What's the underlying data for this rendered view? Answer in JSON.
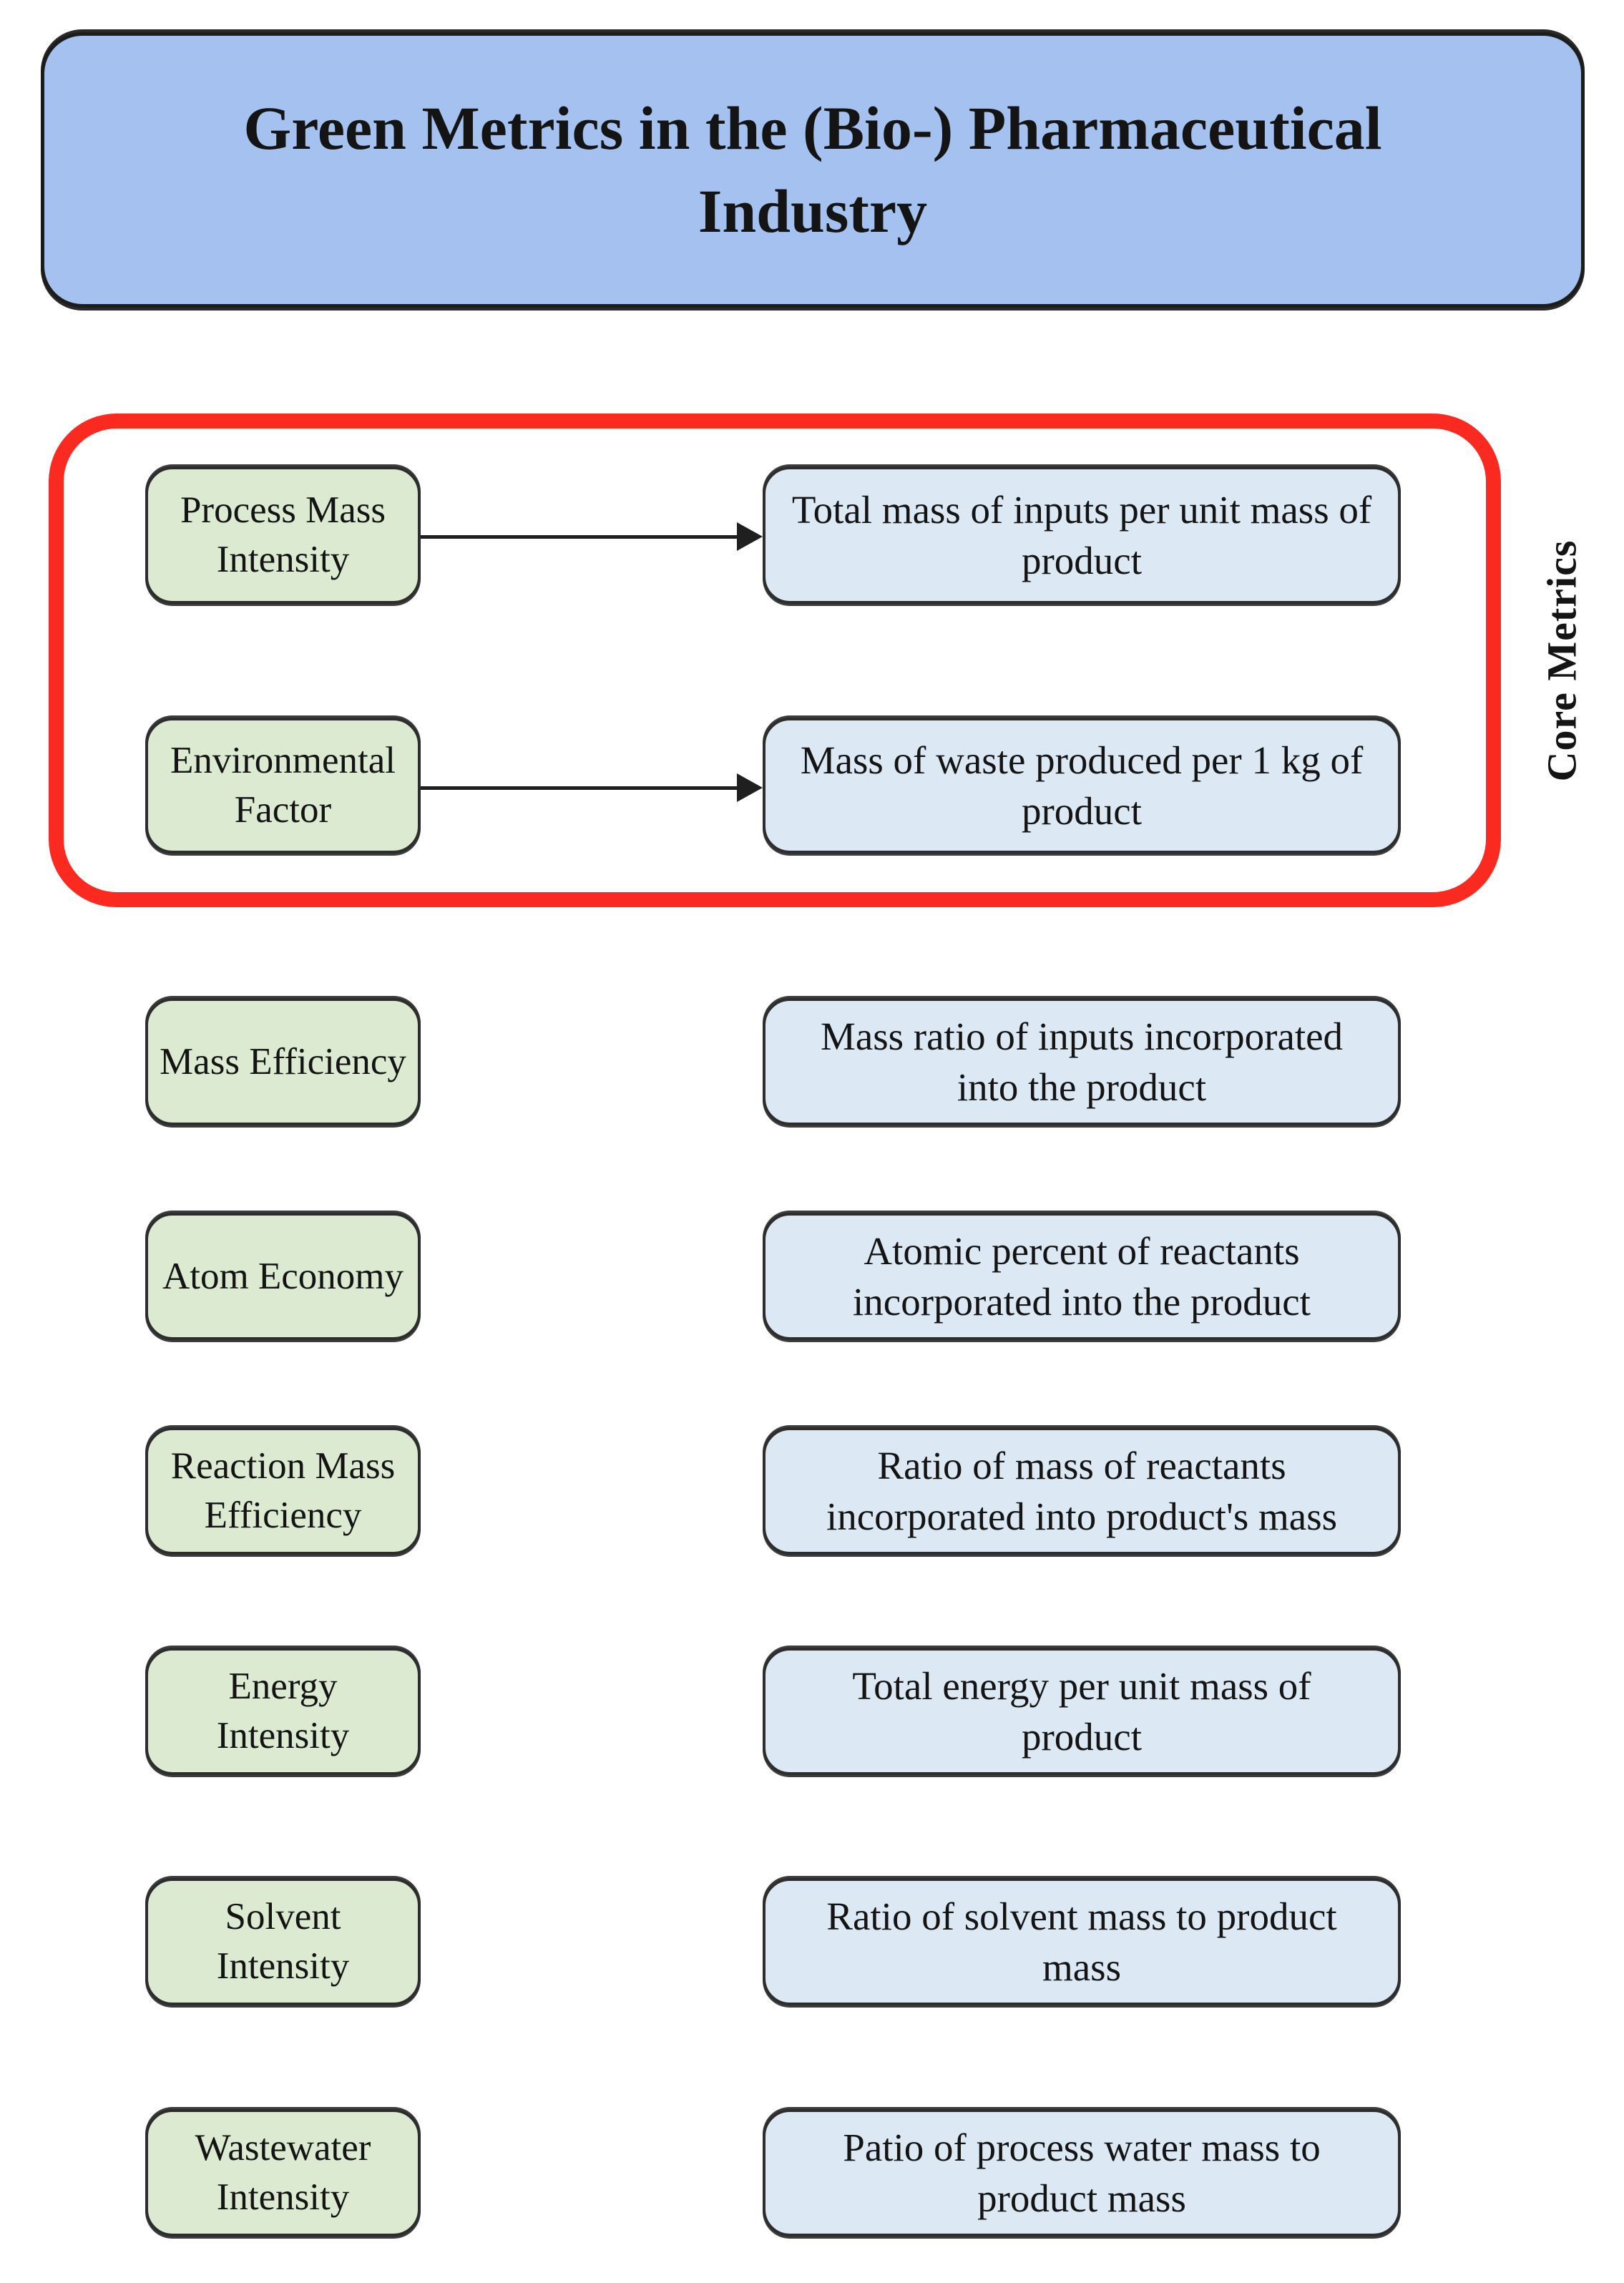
{
  "diagram": {
    "title": "Green Metrics in the (Bio-) Pharmaceutical Industry",
    "core_metrics_label": "Core Metrics",
    "colors": {
      "title_fill": "#a4c1ef",
      "metric_box_fill": "#dcead2",
      "description_box_fill": "#dce9f5",
      "core_frame_red": "#fb2a21",
      "box_border": "#2d2d2d",
      "arrow": "#1f1f1f"
    },
    "rows": [
      {
        "metric": "Process Mass\nIntensity",
        "description": "Total mass of inputs per unit mass of\nproduct",
        "core_metric": true,
        "has_arrow": true
      },
      {
        "metric": "Environmental\nFactor",
        "description": "Mass of waste produced per 1 kg of\nproduct",
        "core_metric": true,
        "has_arrow": true
      },
      {
        "metric": "Mass Efficiency",
        "description": "Mass ratio of inputs incorporated\ninto the product",
        "core_metric": false,
        "has_arrow": false
      },
      {
        "metric": "Atom Economy",
        "description": "Atomic percent of reactants\nincorporated into the product",
        "core_metric": false,
        "has_arrow": false
      },
      {
        "metric": "Reaction Mass\nEfficiency",
        "description": "Ratio of mass of reactants\nincorporated into product's mass",
        "core_metric": false,
        "has_arrow": false
      },
      {
        "metric": "Energy\nIntensity",
        "description": "Total energy per unit mass of\nproduct",
        "core_metric": false,
        "has_arrow": false
      },
      {
        "metric": "Solvent\nIntensity",
        "description": "Ratio of solvent mass to product\nmass",
        "core_metric": false,
        "has_arrow": false
      },
      {
        "metric": "Wastewater\nIntensity",
        "description": "Patio of process water mass to\nproduct mass",
        "core_metric": false,
        "has_arrow": false
      }
    ]
  }
}
